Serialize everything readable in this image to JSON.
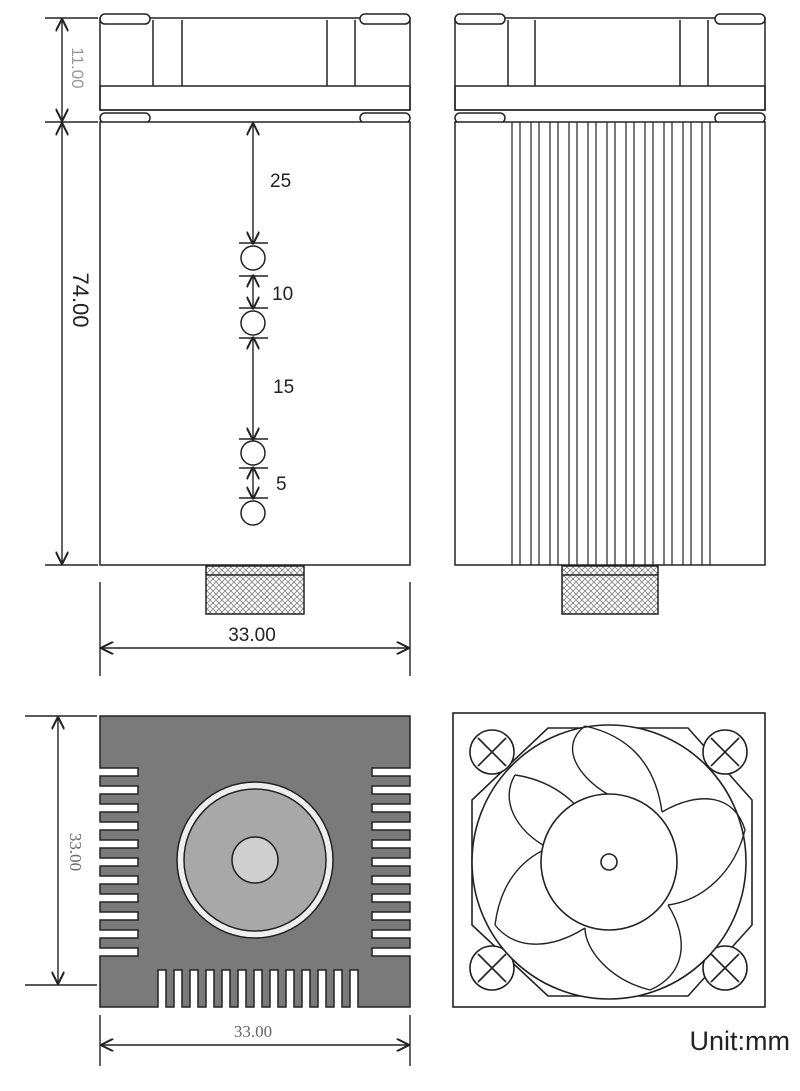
{
  "dimensions": {
    "fan_height": "11.00",
    "body_height": "74.00",
    "body_width": "33.00",
    "square_height": "33.00",
    "square_width": "33.00"
  },
  "hole_spacing": {
    "first": "25",
    "second": "10",
    "third": "15",
    "fourth": "5"
  },
  "unit_label": "Unit:mm",
  "colors": {
    "line": "#222222",
    "heatsink_fill": "#7a7a7a",
    "lens_ring": "#a8a8a8",
    "lens_center": "#cfcfcf",
    "knurl": "#888888"
  }
}
